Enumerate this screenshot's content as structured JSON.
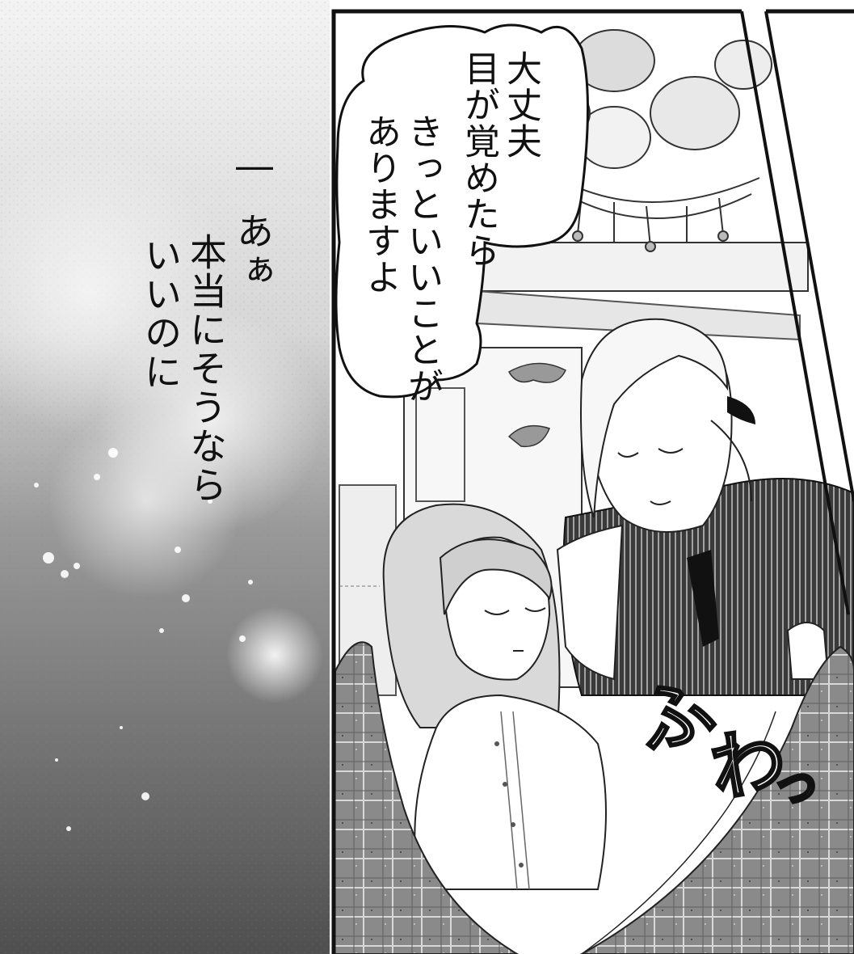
{
  "monologue": {
    "dash": "―",
    "line1": "あぁ",
    "line2": "本当にそうなら",
    "line3": "いいのに"
  },
  "speech_bubble": {
    "line1": "大丈夫",
    "line2": "目が覚めたら",
    "line3": "きっといいことが",
    "line4": "ありますよ"
  },
  "sound_effect": {
    "chars": [
      "ふ",
      "わ",
      "っ"
    ]
  },
  "colors": {
    "panel_border": "#111111",
    "paper": "#ffffff",
    "dark_bg": "#4a4a4a",
    "light_bg": "#e8e8e8"
  }
}
